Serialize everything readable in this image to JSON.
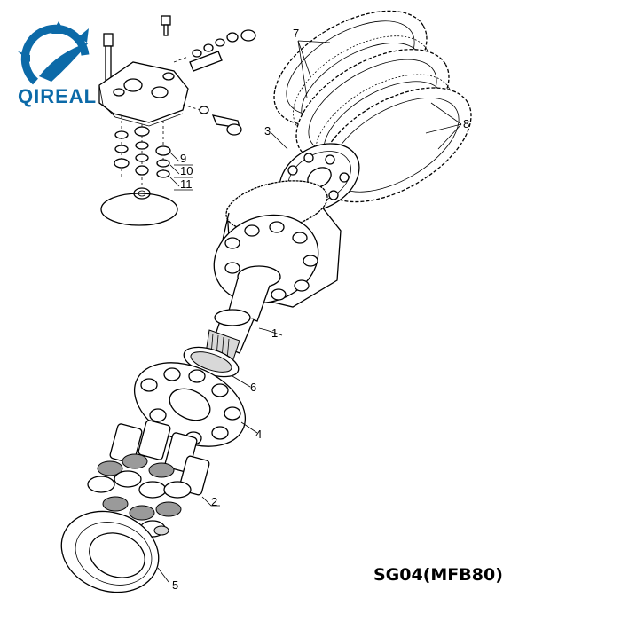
{
  "logo": {
    "text": "QIREAL",
    "color": "#0c6aa8",
    "icon": "gear-swoosh-icon"
  },
  "model_label": "SG04(MFB80)",
  "callouts": {
    "c1": "1",
    "c2": "2",
    "c3": "3",
    "c4": "4",
    "c5": "5",
    "c6": "6",
    "c7": "7",
    "c8": "8",
    "c9": "9",
    "c10": "10",
    "c11": "11"
  }
}
